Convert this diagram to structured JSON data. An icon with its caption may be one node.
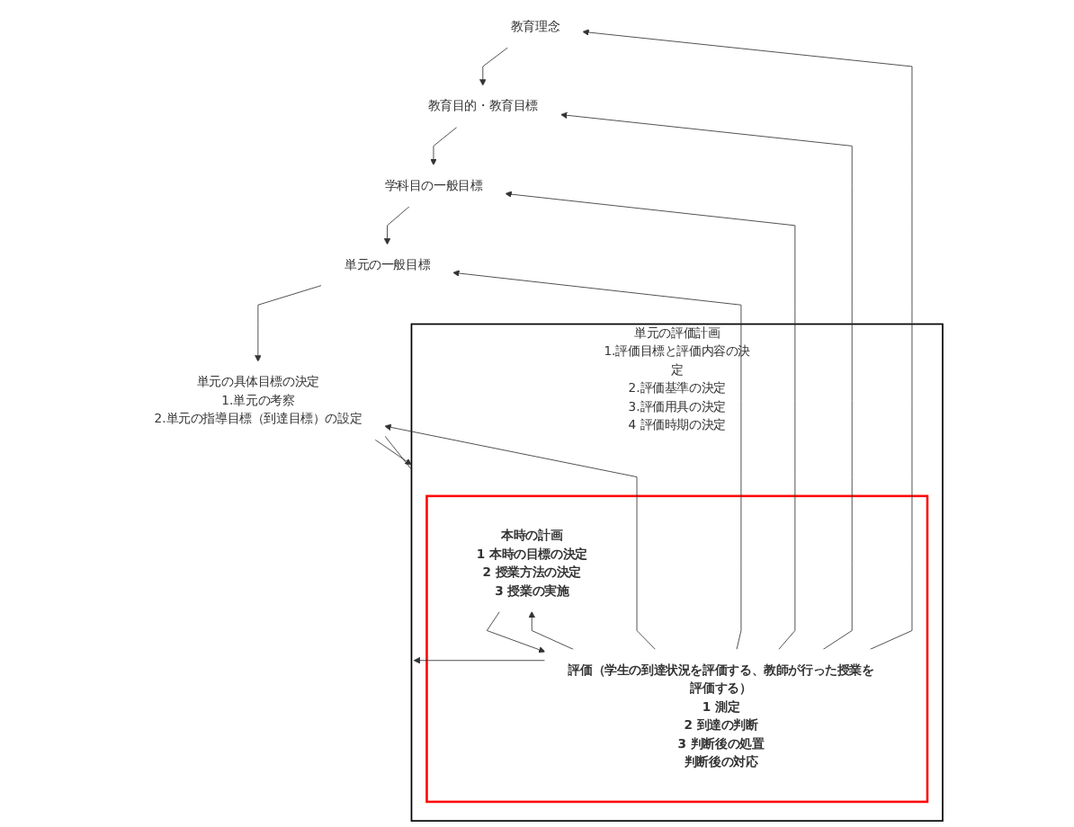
{
  "diagram": {
    "nodes": [
      {
        "text": [
          "教育理念"
        ]
      },
      {
        "text": [
          "教育目的・教育目標"
        ]
      },
      {
        "text": [
          "学科目の一般目標"
        ]
      },
      {
        "text": [
          "単元の一般目標"
        ]
      },
      {
        "text": [
          "単元の具体目標の決定",
          "1.単元の考察",
          "2.単元の指導目標（到達目標）の設定"
        ]
      },
      {
        "text": [
          "単元の評価計画",
          "1.評価目標と評価内容の決定",
          "2.評価基準の決定",
          "3.評価用具の決定",
          "4 評価時期の決定"
        ]
      },
      {
        "text": [],
        "shape": "box",
        "in": 5
      },
      {
        "text": [
          "本時の計画",
          "1 本時の目標の決定",
          "2 授業方法の決定",
          "3 授業の実施"
        ],
        "in": 6
      },
      {
        "text": [
          "評価（学生の到達状況を評価する、教師が行った授業を評価する）",
          "1 測定",
          "2 到達の判断",
          "3 判断後の処置",
          "判断後の対応"
        ],
        "in": 6
      }
    ],
    "edges": [
      {
        "from": 0,
        "to": 1,
        "arrow": "to"
      },
      {
        "from": 1,
        "to": 2,
        "arrow": "to"
      },
      {
        "from": 2,
        "to": 3,
        "arrow": "to"
      },
      {
        "from": 3,
        "to": 4,
        "arrow": "to"
      },
      {
        "from": 4,
        "to": 5,
        "arrow": "to"
      },
      {
        "from": 4,
        "to": 5,
        "arrow": "none"
      },
      {
        "from": 7,
        "to": 8,
        "arrow": "to"
      },
      {
        "from": 8,
        "to": 0,
        "arrow": "to"
      },
      {
        "from": 8,
        "to": 1,
        "arrow": "to"
      },
      {
        "from": 8,
        "to": 2,
        "arrow": "to"
      },
      {
        "from": 8,
        "to": 3,
        "arrow": "to"
      },
      {
        "from": 8,
        "to": 4,
        "arrow": "to"
      },
      {
        "from": 8,
        "to": 5,
        "arrow": "to"
      },
      {
        "from": 8,
        "to": 7,
        "arrow": "to"
      }
    ]
  }
}
